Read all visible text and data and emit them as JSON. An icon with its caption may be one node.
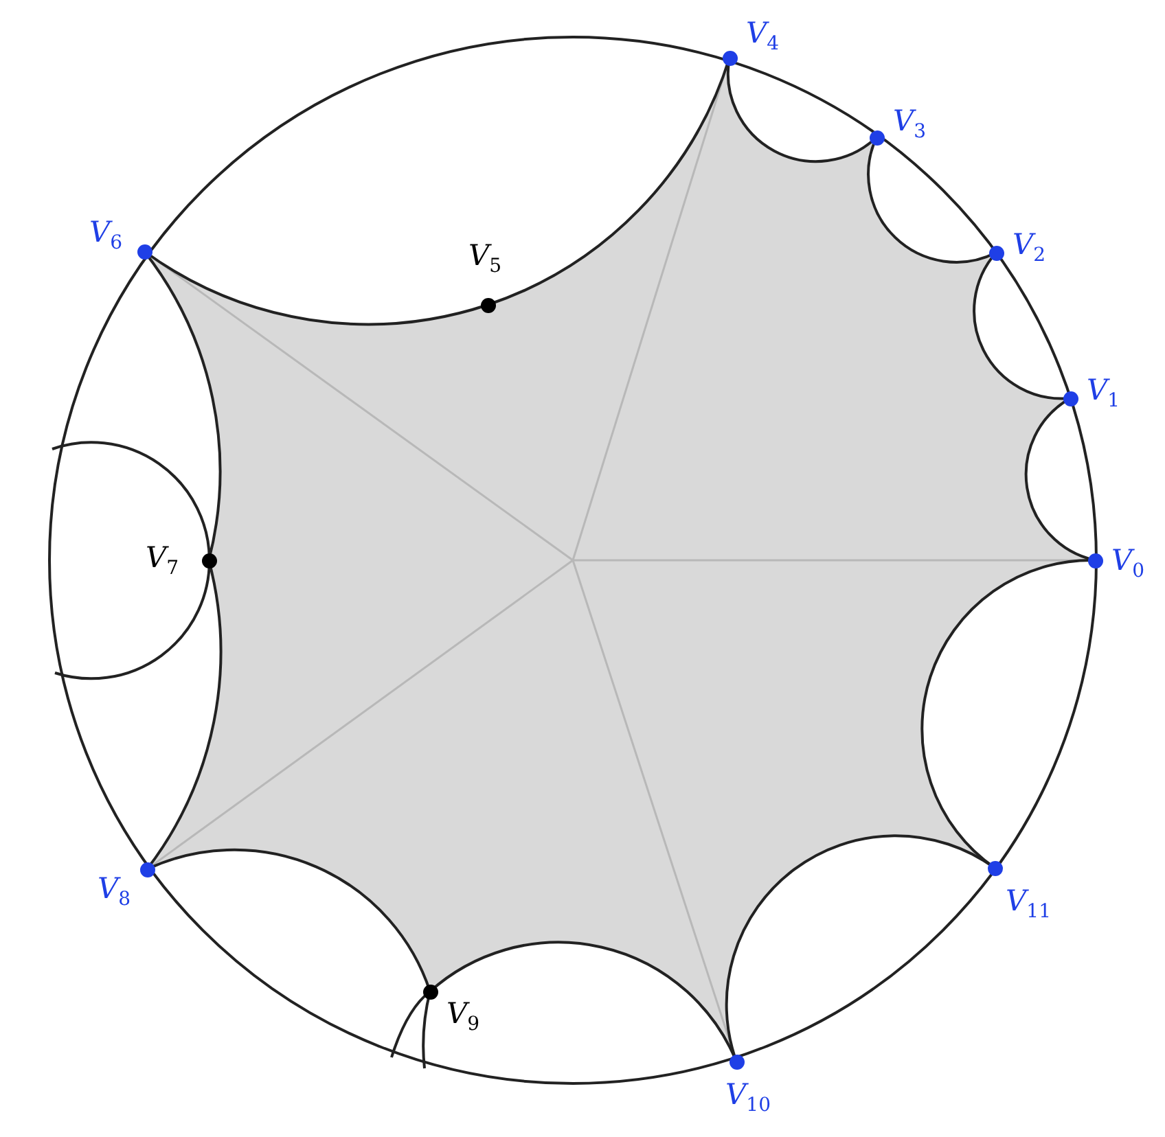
{
  "diagram": {
    "nodes": [
      {
        "text": [],
        "shape": "circle",
        "beside": [
          "*V*$_{0}$"
        ]
      },
      {
        "text": [],
        "shape": "circle",
        "beside": [
          "*V*$_{1}$"
        ]
      },
      {
        "text": [],
        "shape": "circle",
        "beside": [
          "*V*$_{2}$"
        ]
      },
      {
        "text": [],
        "shape": "circle",
        "beside": [
          "*V*$_{3}$"
        ]
      },
      {
        "text": [],
        "shape": "circle",
        "beside": [
          "*V*$_{4}$"
        ]
      },
      {
        "text": [],
        "shape": "circle",
        "beside": [
          "*V*$_{5}$"
        ]
      },
      {
        "text": [],
        "shape": "circle",
        "beside": [
          "*V*$_{6}$"
        ]
      },
      {
        "text": [],
        "shape": "circle",
        "beside": [
          "*V*$_{7}$"
        ]
      },
      {
        "text": [],
        "shape": "circle",
        "beside": [
          "*V*$_{8}$"
        ]
      },
      {
        "text": [],
        "shape": "circle",
        "beside": [
          "*V*$_{9}$"
        ]
      },
      {
        "text": [],
        "shape": "circle",
        "beside": [
          "*V*$_{10}$"
        ]
      },
      {
        "text": [],
        "shape": "circle",
        "beside": [
          "*V*$_{11}$"
        ]
      }
    ],
    "edges": [
      {
        "from": 0,
        "to": 1,
        "arrow": "none"
      },
      {
        "from": 1,
        "to": 2,
        "arrow": "none"
      },
      {
        "from": 2,
        "to": 3,
        "arrow": "none"
      },
      {
        "from": 3,
        "to": 4,
        "arrow": "none"
      },
      {
        "from": 4,
        "to": 5,
        "arrow": "none"
      },
      {
        "from": 5,
        "to": 6,
        "arrow": "none"
      },
      {
        "from": 6,
        "to": 7,
        "arrow": "none"
      },
      {
        "from": 7,
        "to": 8,
        "arrow": "none"
      },
      {
        "from": 8,
        "to": 9,
        "arrow": "none"
      },
      {
        "from": 9,
        "to": 10,
        "arrow": "none"
      },
      {
        "from": 10,
        "to": 11,
        "arrow": "none"
      },
      {
        "from": 11,
        "to": 0,
        "arrow": "none"
      },
      {
        "from": null,
        "to": 0,
        "arrow": "none",
        "color": "#b8b8b8"
      },
      {
        "from": null,
        "to": 4,
        "arrow": "none",
        "color": "#b8b8b8"
      },
      {
        "from": null,
        "to": 6,
        "arrow": "none",
        "color": "#b8b8b8"
      },
      {
        "from": null,
        "to": 8,
        "arrow": "none",
        "color": "#b8b8b8"
      },
      {
        "from": null,
        "to": 10,
        "arrow": "none",
        "color": "#b8b8b8"
      }
    ]
  }
}
